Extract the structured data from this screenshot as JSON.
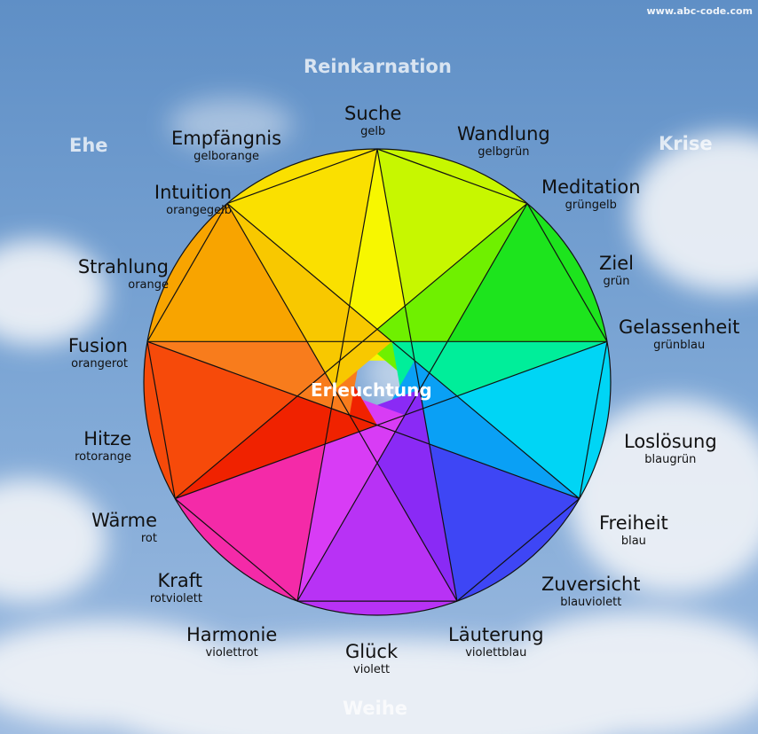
{
  "site_url": "www.abc-code.com",
  "center_label": "Erleuchtung",
  "outer_labels": {
    "top": "Reinkarnation",
    "top_left": "Ehe",
    "top_right": "Krise",
    "bottom": "Weihe"
  },
  "segments": [
    {
      "name": "Suche",
      "color_name": "gelb",
      "color": "#f7f700"
    },
    {
      "name": "Wandlung",
      "color_name": "gelbgrün",
      "color": "#c7f700"
    },
    {
      "name": "Meditation",
      "color_name": "grüngelb",
      "color": "#6ff000"
    },
    {
      "name": "Ziel",
      "color_name": "grün",
      "color": "#1de41d"
    },
    {
      "name": "Gelassenheit",
      "color_name": "grünblau",
      "color": "#00ee9a"
    },
    {
      "name": "Loslösung",
      "color_name": "blaugrün",
      "color": "#00d5f5"
    },
    {
      "name": "Freiheit",
      "color_name": "blau",
      "color": "#0aa0f5"
    },
    {
      "name": "Zuversicht",
      "color_name": "blauviolett",
      "color": "#3e46f5"
    },
    {
      "name": "Läuterung",
      "color_name": "violettblau",
      "color": "#8a2af5"
    },
    {
      "name": "Glück",
      "color_name": "violett",
      "color": "#b832f5"
    },
    {
      "name": "Harmonie",
      "color_name": "violettrot",
      "color": "#d83cf5"
    },
    {
      "name": "Kraft",
      "color_name": "rotviolett",
      "color": "#f42aa8"
    },
    {
      "name": "Wärme",
      "color_name": "rot",
      "color": "#f02200"
    },
    {
      "name": "Hitze",
      "color_name": "rotorange",
      "color": "#f64a0a"
    },
    {
      "name": "Fusion",
      "color_name": "orangerot",
      "color": "#f87c1c"
    },
    {
      "name": "Strahlung",
      "color_name": "orange",
      "color": "#f8a400"
    },
    {
      "name": "Intuition",
      "color_name": "orangegelb",
      "color": "#f8c800"
    },
    {
      "name": "Empfängnis",
      "color_name": "gelborange",
      "color": "#fae000"
    }
  ]
}
